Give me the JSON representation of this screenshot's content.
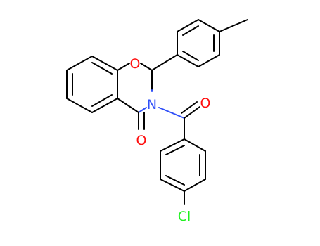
{
  "molecule": {
    "atoms": {
      "ring_oxygen": "O",
      "nitrogen": "N",
      "lactam_oxygen": "O",
      "acyl_oxygen": "O",
      "chlorine": "Cl"
    },
    "colors": {
      "bond": "#000000",
      "oxygen": "#ff0d0d",
      "nitrogen": "#3050f8",
      "chlorine": "#1ff01f"
    }
  }
}
